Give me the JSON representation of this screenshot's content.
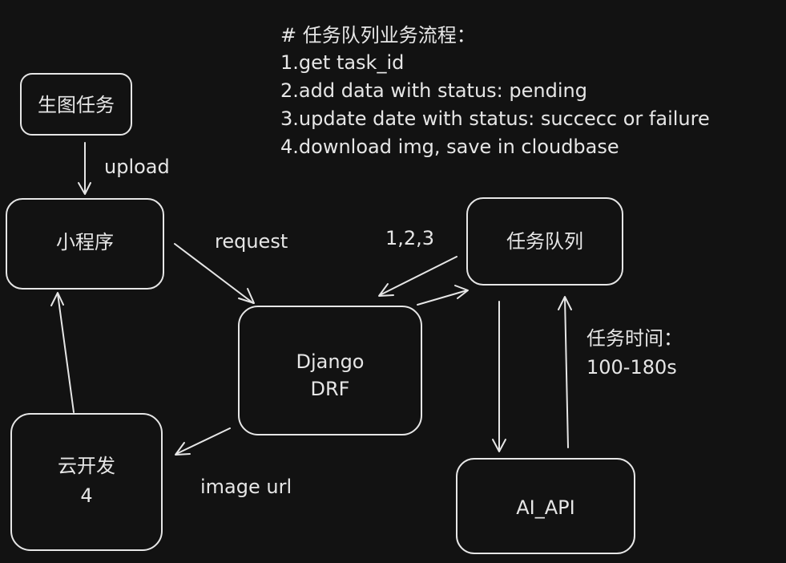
{
  "notes": {
    "title": "# 任务队列业务流程：",
    "lines": [
      "1.get task_id",
      "2.add data with status: pending",
      "3.update date with status: succecc or failure",
      "4.download img, save in cloudbase"
    ]
  },
  "nodes": {
    "gen_task": "生图任务",
    "mini_program": "小程序",
    "django": [
      "Django",
      "DRF"
    ],
    "task_queue": "任务队列",
    "cloud_dev": [
      "云开发",
      "4"
    ],
    "ai_api": "AI_API"
  },
  "labels": {
    "upload": "upload",
    "request": "request",
    "steps": "1,2,3",
    "image_url": "image url",
    "task_time": [
      "任务时间：",
      "100-180s"
    ]
  },
  "colors": {
    "background": "#121212",
    "stroke": "#e6e6e6"
  }
}
